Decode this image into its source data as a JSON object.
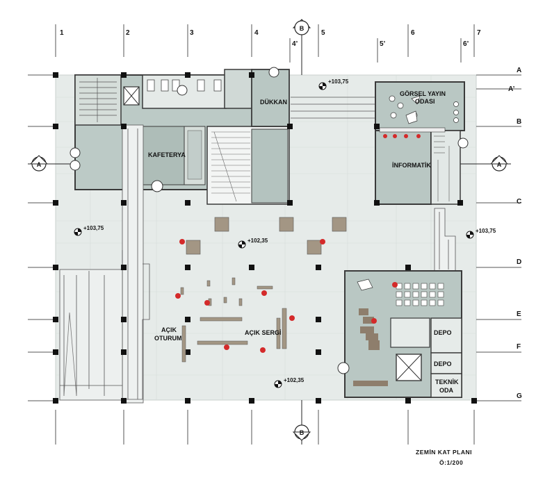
{
  "grid": {
    "vertical": [
      "1",
      "2",
      "3",
      "4",
      "4’",
      "5",
      "5’",
      "6",
      "6’",
      "7"
    ],
    "horizontal": [
      "A",
      "A’",
      "B",
      "C",
      "D",
      "E",
      "F",
      "G"
    ]
  },
  "section_markers": {
    "a_left": "A",
    "a_right": "A",
    "b_top": "B",
    "b_bottom": "B"
  },
  "rooms": {
    "dukkan": "DÜKKAN",
    "gorsel_line1": "GÖRSEL YAYIN",
    "gorsel_line2": "ODASI",
    "kafeterya": "KAFETERYA",
    "informatik": "İNFORMATİK",
    "acik_oturum_line1": "AÇIK",
    "acik_oturum_line2": "OTURUM",
    "acik_sergi": "AÇIK SERGİ",
    "depo_1": "DEPO",
    "depo_2": "DEPO",
    "teknik_line1": "TEKNİK",
    "teknik_line2": "ODA"
  },
  "elevations": {
    "top_center": "+103,75",
    "left": "+103,75",
    "right": "+103,75",
    "center": "+102,35",
    "bottom": "+102,35"
  },
  "title_block": {
    "title": "ZEMİN KAT PLANI",
    "scale": "Ö:1/200"
  },
  "colors": {
    "floor": "#e6ebe9",
    "room_fill": "#b9c7c3",
    "wall": "#3a3a3a",
    "marker_red": "#d42a2a"
  }
}
